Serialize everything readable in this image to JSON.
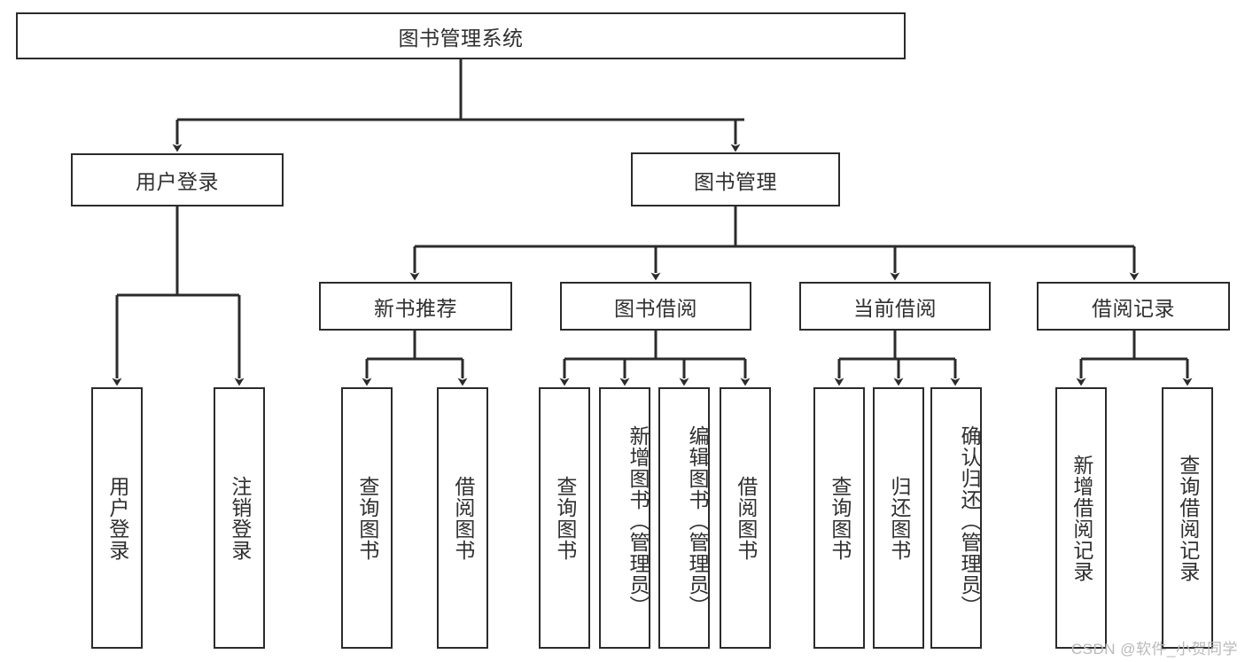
{
  "diagram": {
    "title_node": {
      "id": "root",
      "label": "图书管理系统"
    },
    "level2": [
      {
        "id": "user-login",
        "label": "用户登录"
      },
      {
        "id": "book-manage",
        "label": "图书管理"
      }
    ],
    "level3": [
      {
        "id": "new-book-recommend",
        "label": "新书推荐"
      },
      {
        "id": "book-borrow",
        "label": "图书借阅"
      },
      {
        "id": "current-borrow",
        "label": "当前借阅"
      },
      {
        "id": "borrow-record",
        "label": "借阅记录"
      }
    ],
    "leaves": {
      "user_login": [
        {
          "id": "leaf-user-login",
          "label": "用户登录"
        },
        {
          "id": "leaf-logout",
          "label": "注销登录"
        }
      ],
      "new_book_recommend": [
        {
          "id": "leaf-query-book-1",
          "label": "查询图书"
        },
        {
          "id": "leaf-borrow-book-1",
          "label": "借阅图书"
        }
      ],
      "book_borrow": [
        {
          "id": "leaf-query-book-2",
          "label": "查询图书"
        },
        {
          "id": "leaf-add-book",
          "label": "新增图书（管理员）"
        },
        {
          "id": "leaf-edit-book",
          "label": "编辑图书（管理员）"
        },
        {
          "id": "leaf-borrow-book-2",
          "label": "借阅图书"
        }
      ],
      "current_borrow": [
        {
          "id": "leaf-query-book-3",
          "label": "查询图书"
        },
        {
          "id": "leaf-return-book",
          "label": "归还图书"
        },
        {
          "id": "leaf-confirm-return",
          "label": "确认归还（管理员）"
        }
      ],
      "borrow_record": [
        {
          "id": "leaf-add-record",
          "label": "新增借阅记录"
        },
        {
          "id": "leaf-query-record",
          "label": "查询借阅记录"
        }
      ]
    }
  },
  "watermark": {
    "text": "CSDN @软件_小贺同学"
  },
  "colors": {
    "stroke": "#2b2b2b",
    "text": "#2f2f2f",
    "background": "#ffffff",
    "watermark": "#b9b9b9"
  }
}
